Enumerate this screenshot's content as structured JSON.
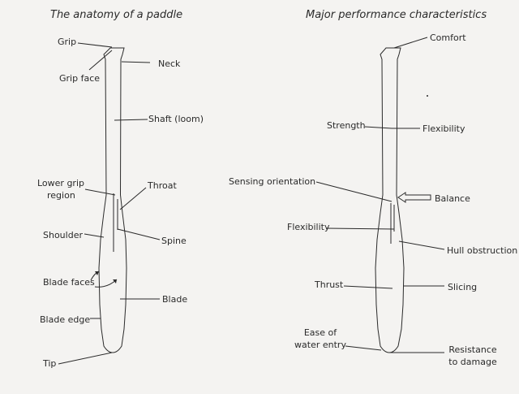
{
  "left_panel": {
    "title": "The anatomy of a paddle",
    "labels": {
      "grip": "Grip",
      "grip_face": "Grip face",
      "neck": "Neck",
      "shaft": "Shaft (loom)",
      "lower_grip_1": "Lower grip",
      "lower_grip_2": "region",
      "throat": "Throat",
      "shoulder": "Shoulder",
      "spine": "Spine",
      "blade_faces": "Blade faces",
      "blade": "Blade",
      "blade_edge": "Blade edge",
      "tip": "Tip"
    }
  },
  "right_panel": {
    "title": "Major performance characteristics",
    "labels": {
      "comfort": "Comfort",
      "strength": "Strength",
      "flexibility_shaft": "Flexibility",
      "sensing": "Sensing orientation",
      "balance": "Balance",
      "flexibility_blade": "Flexibility",
      "hull": "Hull obstruction",
      "thrust": "Thrust",
      "slicing": "Slicing",
      "ease_1": "Ease of",
      "ease_2": "water entry",
      "resistance_1": "Resistance",
      "resistance_2": "to damage"
    }
  },
  "colors": {
    "background": "#f4f3f1",
    "ink": "#2a2a2a"
  }
}
